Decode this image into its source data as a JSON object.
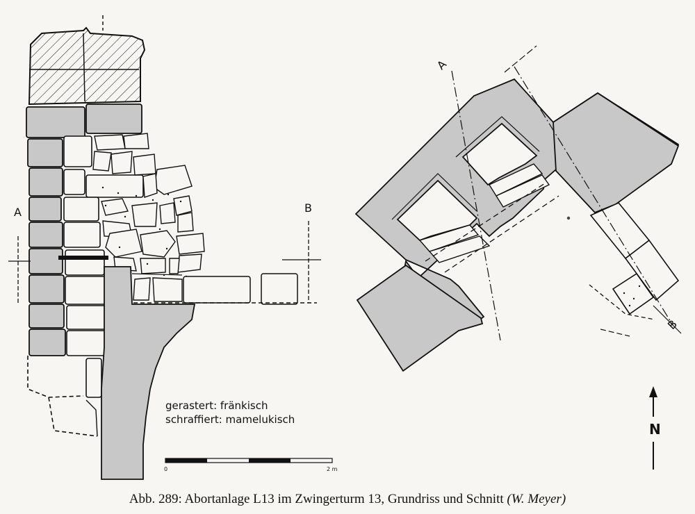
{
  "labels": {
    "section_a": "A",
    "section_b": "B"
  },
  "legend": {
    "line1": "gerastert: fränkisch",
    "line2": "schraffiert: mamelukisch"
  },
  "scale": {
    "start": "0",
    "end": "2 m"
  },
  "north": "N",
  "caption": {
    "text": "Abb. 289: Abortanlage L13 im Zwingerturm 13, Grundriss und Schnitt",
    "credit": "(W. Meyer)"
  },
  "colors": {
    "raster_fill": "#c8c8c8",
    "ink": "#111111",
    "paper": "#f7f6f3"
  }
}
